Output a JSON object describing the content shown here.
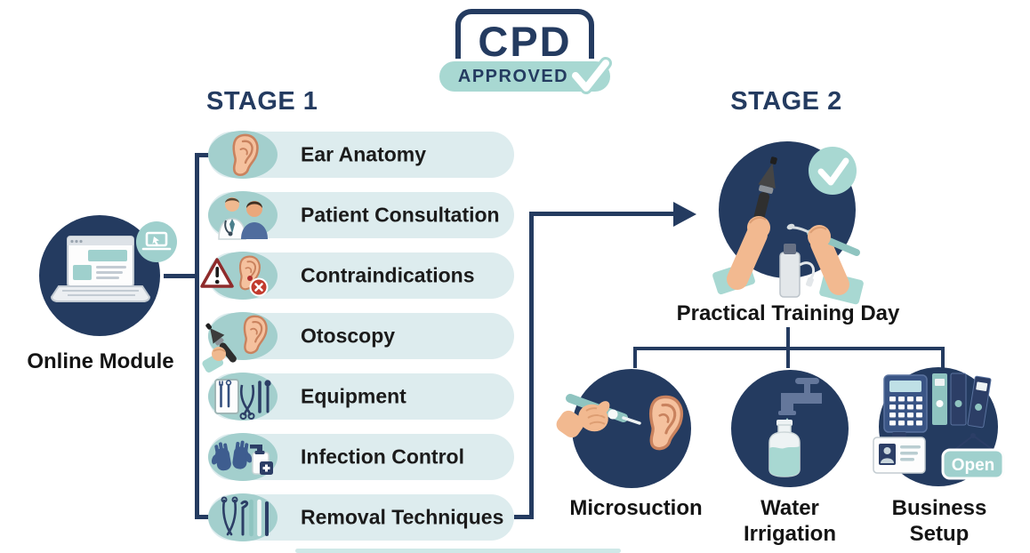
{
  "badge": {
    "title": "CPD",
    "subtitle": "APPROVED"
  },
  "stage1": {
    "title": "STAGE 1",
    "source": {
      "label": "Online Module",
      "icon": "laptop-elearning-icon"
    },
    "items": [
      {
        "label": "Ear Anatomy",
        "icon": "ear-icon"
      },
      {
        "label": "Patient Consultation",
        "icon": "doctor-patient-icon"
      },
      {
        "label": "Contraindications",
        "icon": "warning-ear-icon"
      },
      {
        "label": "Otoscopy",
        "icon": "otoscope-ear-icon"
      },
      {
        "label": "Equipment",
        "icon": "instrument-tray-icon"
      },
      {
        "label": "Infection Control",
        "icon": "gloves-sanitizer-icon"
      },
      {
        "label": "Removal Techniques",
        "icon": "removal-tools-icon"
      }
    ]
  },
  "stage2": {
    "title": "STAGE 2",
    "hub": {
      "label": "Practical Training Day",
      "icon": "hands-otoscope-check-icon"
    },
    "items": [
      {
        "label": "Microsuction",
        "icon": "microsuction-ear-icon"
      },
      {
        "label": "Water\nIrrigation",
        "icon": "tap-bottle-icon"
      },
      {
        "label": "Business\nSetup",
        "icon": "calculator-binders-open-sign-icon"
      }
    ],
    "open_sign_label": "Open"
  },
  "colors": {
    "navy": "#243b60",
    "teal": "#a8d8d2",
    "pill_bg": "#ddecee",
    "icon_bg": "#a3cfcd"
  }
}
